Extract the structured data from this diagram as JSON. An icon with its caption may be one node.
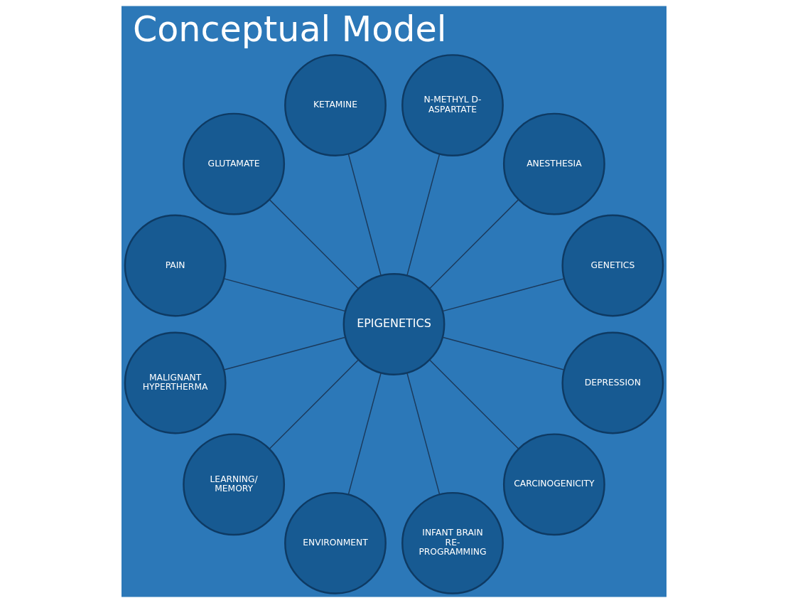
{
  "diagram": {
    "title": "Conceptual Model",
    "nodes": [
      {
        "text": [
          "EPIGENETICS"
        ]
      },
      {
        "text": [
          "GENETICS"
        ]
      },
      {
        "text": [
          "ANESTHESIA"
        ]
      },
      {
        "text": [
          "N-METHYL D- ASPARTATE"
        ]
      },
      {
        "text": [
          "KETAMINE"
        ]
      },
      {
        "text": [
          "GLUTAMATE"
        ]
      },
      {
        "text": [
          "PAIN"
        ]
      },
      {
        "text": [
          "MALIGNANT HYPERTHERMA"
        ]
      },
      {
        "text": [
          "LEARNING/ MEMORY"
        ]
      },
      {
        "text": [
          "ENVIRONMENT"
        ]
      },
      {
        "text": [
          "INFANT BRAIN RE- PROGRAMMING"
        ]
      },
      {
        "text": [
          "CARCINOGENICITY"
        ]
      },
      {
        "text": [
          "DEPRESSION"
        ]
      }
    ],
    "edges": [
      {
        "from": 0,
        "to": 1,
        "arrow": "none"
      },
      {
        "from": 0,
        "to": 2,
        "arrow": "none"
      },
      {
        "from": 0,
        "to": 3,
        "arrow": "none"
      },
      {
        "from": 0,
        "to": 4,
        "arrow": "none"
      },
      {
        "from": 0,
        "to": 5,
        "arrow": "none"
      },
      {
        "from": 0,
        "to": 6,
        "arrow": "none"
      },
      {
        "from": 0,
        "to": 7,
        "arrow": "none"
      },
      {
        "from": 0,
        "to": 8,
        "arrow": "none"
      },
      {
        "from": 0,
        "to": 9,
        "arrow": "none"
      },
      {
        "from": 0,
        "to": 10,
        "arrow": "none"
      },
      {
        "from": 0,
        "to": 11,
        "arrow": "none"
      },
      {
        "from": 0,
        "to": 12,
        "arrow": "none"
      }
    ]
  }
}
